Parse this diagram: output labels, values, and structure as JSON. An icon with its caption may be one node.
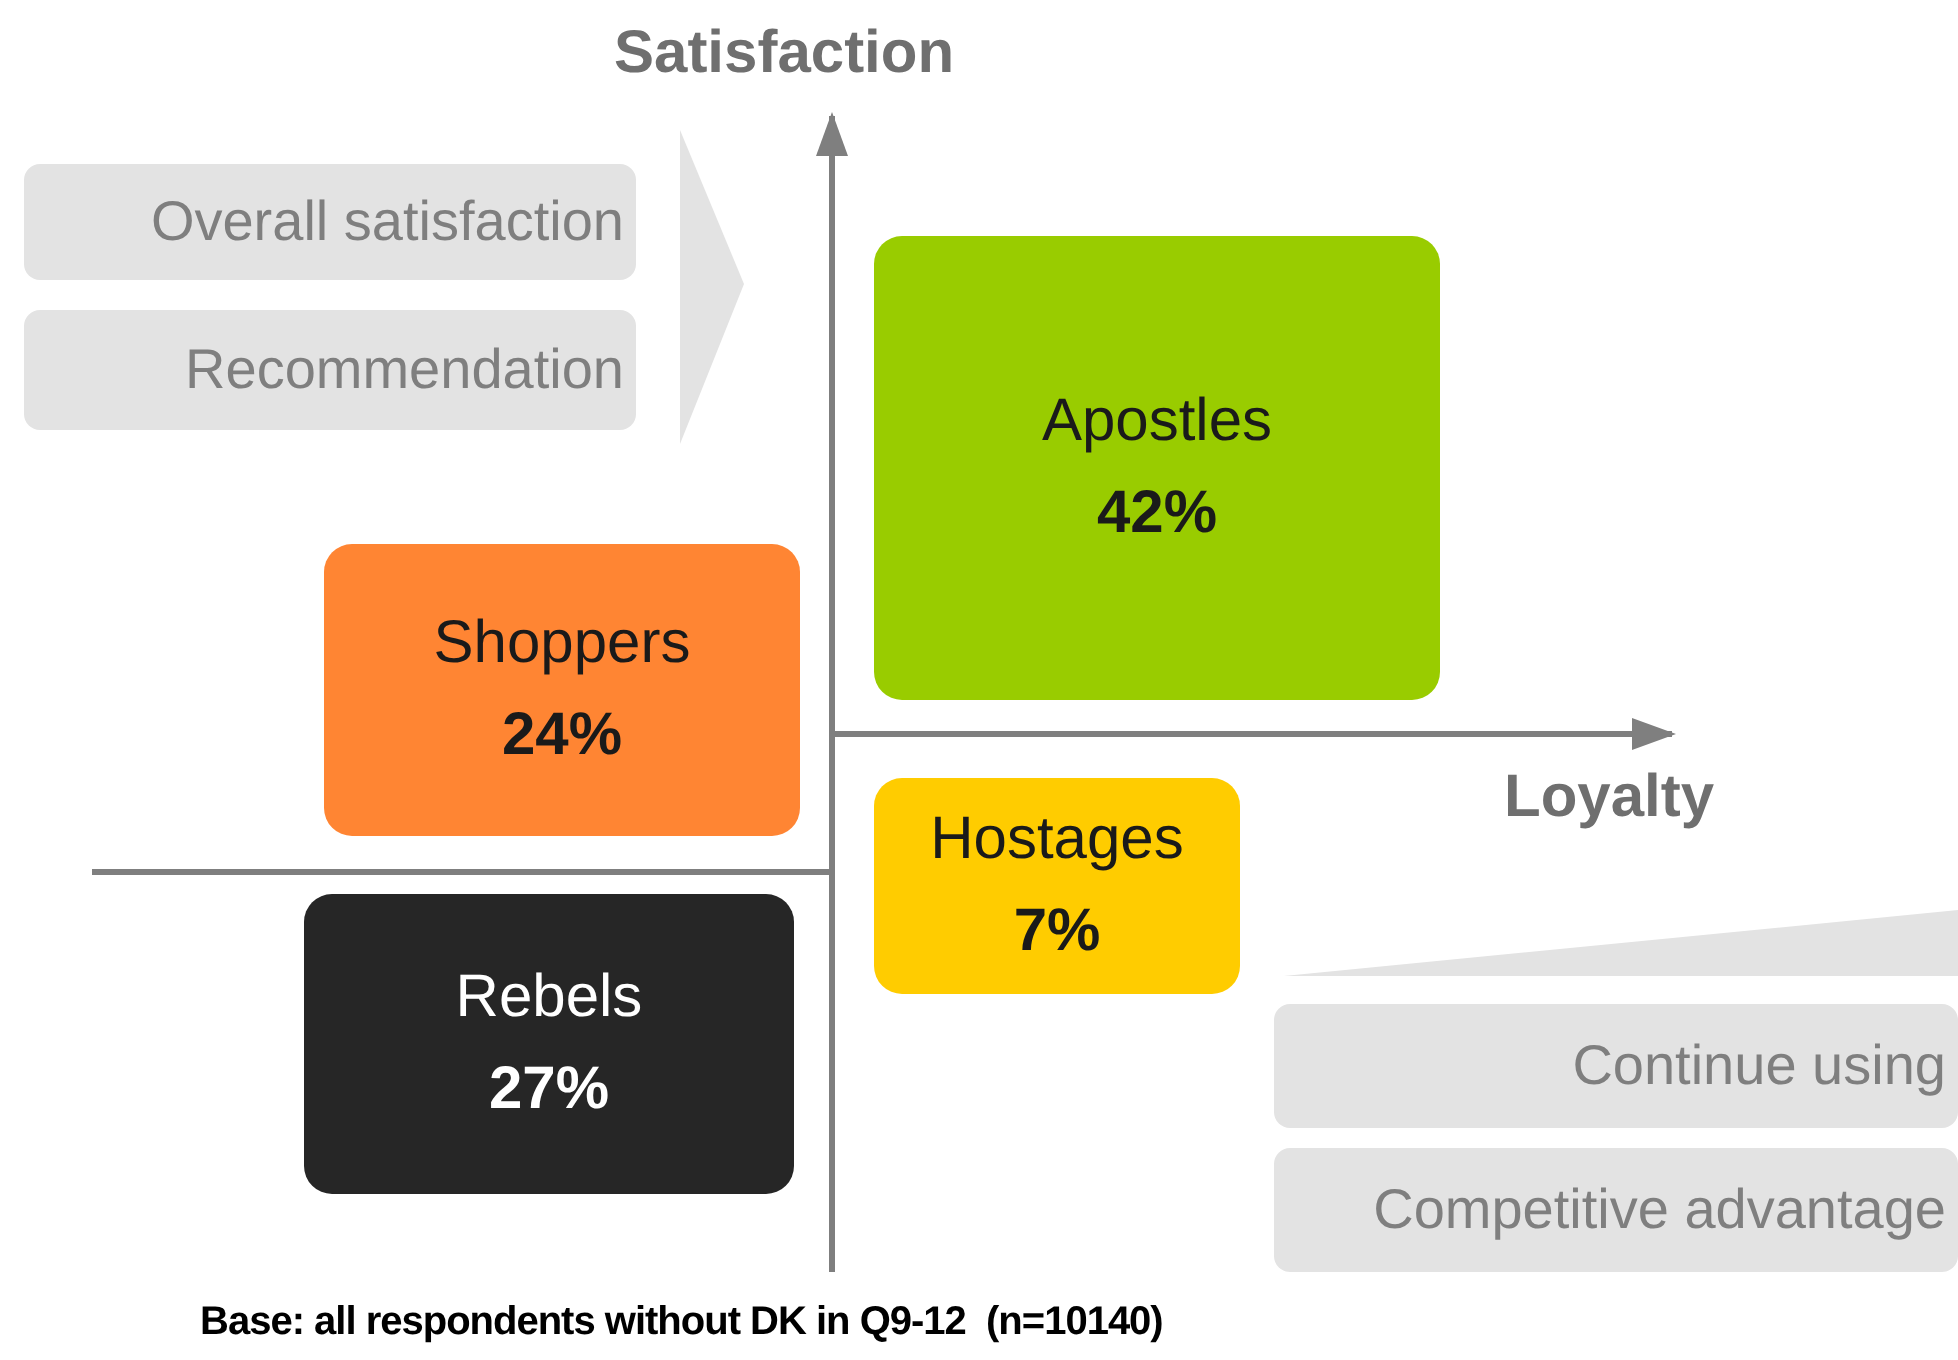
{
  "diagram": {
    "caption": "Base: all respondents without DK in Q9-12  (n=10140)",
    "nodes": [
      {
        "text": [
          "Overall satisfaction"
        ]
      },
      {
        "text": [
          "Recommendation"
        ]
      },
      {
        "text": [
          "Apostles",
          "42%"
        ]
      },
      {
        "text": [
          "Shoppers",
          "24%"
        ]
      },
      {
        "text": [
          "Hostages",
          "7%"
        ]
      },
      {
        "text": [
          "Rebels",
          "27%"
        ]
      },
      {
        "text": [
          "Continue using"
        ]
      },
      {
        "text": [
          "Competitive advantage"
        ]
      }
    ],
    "edges": [],
    "labels": [
      "Satisfaction",
      "Loyalty"
    ]
  }
}
